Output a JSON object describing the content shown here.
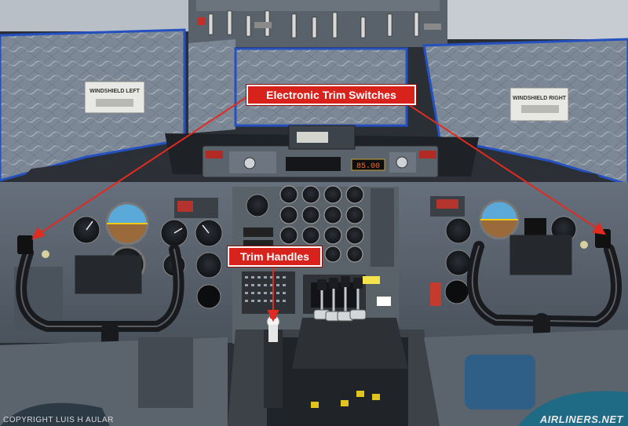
{
  "annotations": {
    "trim_switches": "Electronic Trim Switches",
    "trim_handles": "Trim Handles"
  },
  "placards": {
    "windshield_left": "WINDSHIELD LEFT",
    "windshield_right": "WINDSHIELD RIGHT"
  },
  "display_readout": "85.00",
  "credit": "COPYRIGHT LUIS H AULAR",
  "watermark": "AIRLINERS.NET",
  "colors": {
    "callout_fill": "#d8231d",
    "callout_border": "#ffffff",
    "arrow_line": "#e02b20",
    "panel_gray": "#5c6470",
    "sunshade_silver": "#8f99a6"
  }
}
